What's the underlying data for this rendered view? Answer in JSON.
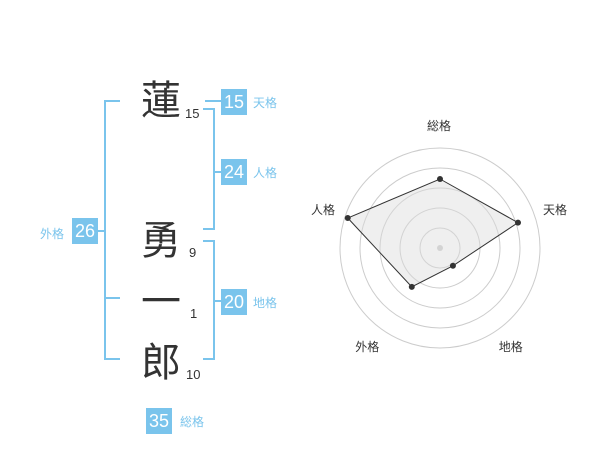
{
  "name": {
    "chars": [
      {
        "char": "蓮",
        "strokes": "15"
      },
      {
        "char": "勇",
        "strokes": "9"
      },
      {
        "char": "一",
        "strokes": "1"
      },
      {
        "char": "郎",
        "strokes": "10"
      }
    ]
  },
  "fortune": {
    "tenkaku": {
      "value": "15",
      "label": "天格"
    },
    "jinkaku": {
      "value": "24",
      "label": "人格"
    },
    "chikaku": {
      "value": "20",
      "label": "地格"
    },
    "gaikaku": {
      "value": "26",
      "label": "外格"
    },
    "soukaku": {
      "value": "35",
      "label": "総格"
    }
  },
  "colors": {
    "accent": "#7ac4ec",
    "text": "#333333",
    "grid": "#cccccc"
  },
  "chart_data": {
    "type": "radar",
    "axes": [
      "総格",
      "天格",
      "地格",
      "外格",
      "人格"
    ],
    "values": [
      0.69,
      0.82,
      0.22,
      0.48,
      0.97
    ],
    "max": 1
  }
}
